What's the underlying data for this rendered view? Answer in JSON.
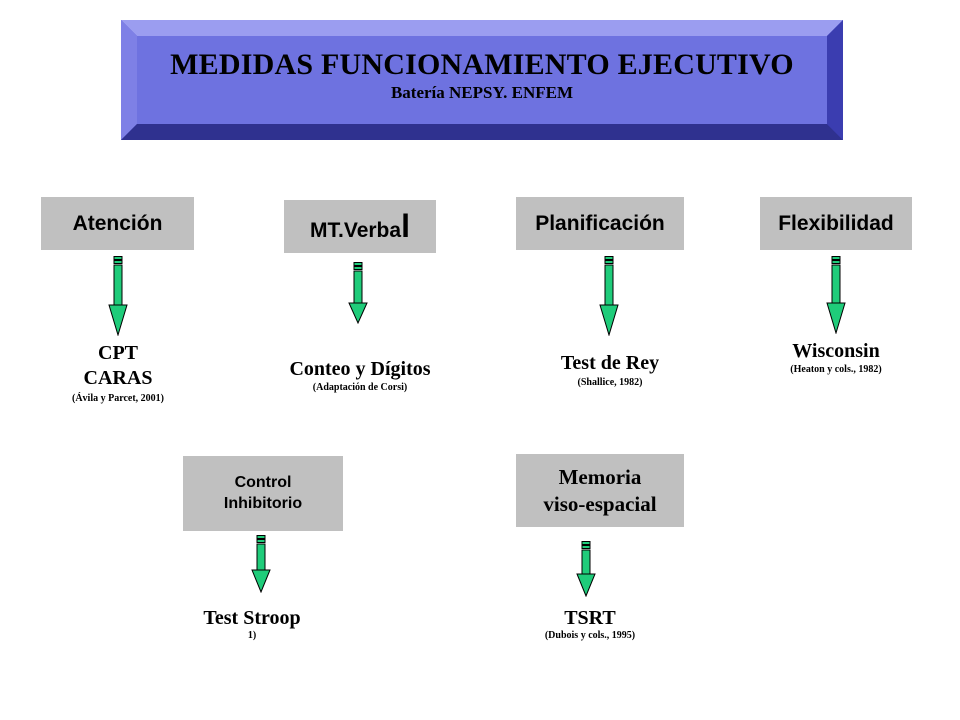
{
  "title": {
    "main": "MEDIDAS FUNCIONAMIENTO EJECUTIVO",
    "sub": "Batería NEPSY. ENFEM"
  },
  "colors": {
    "title_face": "#6e72e0",
    "box_grey": "#c0c0c0",
    "arrow_fill": "#1fcc7a",
    "arrow_stroke": "#000000"
  },
  "categories": {
    "atencion": "Atención",
    "mt_verbal_a": "MT.Verba",
    "mt_verbal_b": "l",
    "planificacion": "Planificación",
    "flexibilidad": "Flexibilidad",
    "control_inhibitorio_a": "Control",
    "control_inhibitorio_b": "Inhibitorio",
    "memoria_a": "Memoria",
    "memoria_b": "viso-espacial"
  },
  "tests": {
    "cpt": "CPT",
    "caras": "CARAS",
    "caras_ref": "(Ávila y Parcet, 2001)",
    "conteo": "Conteo y Dígitos",
    "conteo_ref": "(Adaptación de Corsi)",
    "rey": "Test de Rey",
    "rey_ref": "(Shallice, 1982)",
    "wisconsin": "Wisconsin",
    "wisconsin_ref": "(Heaton y cols., 1982)",
    "stroop": "Test Stroop",
    "stroop_ref": "1)",
    "tsrt": "TSRT",
    "tsrt_ref": "(Dubois y cols., 1995)"
  }
}
